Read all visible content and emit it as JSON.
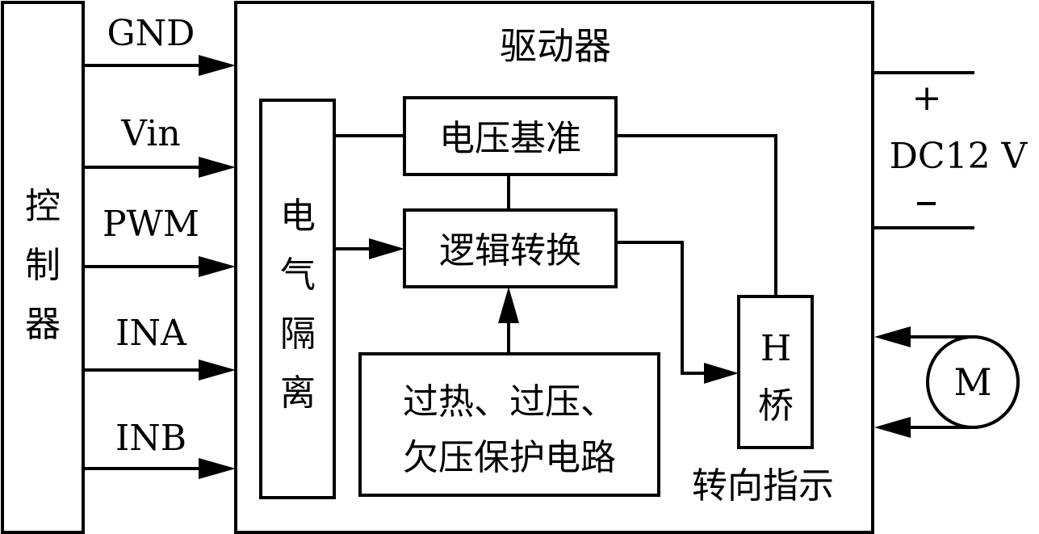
{
  "controller": {
    "label_chars": [
      "控",
      "制",
      "器"
    ]
  },
  "signals": [
    "GND",
    "Vin",
    "PWM",
    "INA",
    "INB"
  ],
  "driver": {
    "title": "驱动器",
    "isolation_chars": [
      "电",
      "气",
      "隔",
      "离"
    ],
    "voltage_ref": "电压基准",
    "logic_convert": "逻辑转换",
    "protection_line1": "过热、过压、",
    "protection_line2": "欠压保护电路",
    "h_bridge_line1": "H",
    "h_bridge_line2": "桥",
    "direction_indicator": "转向指示"
  },
  "power": {
    "plus": "+",
    "label": "DC12 V",
    "minus": "-"
  },
  "motor": {
    "label": "M"
  }
}
